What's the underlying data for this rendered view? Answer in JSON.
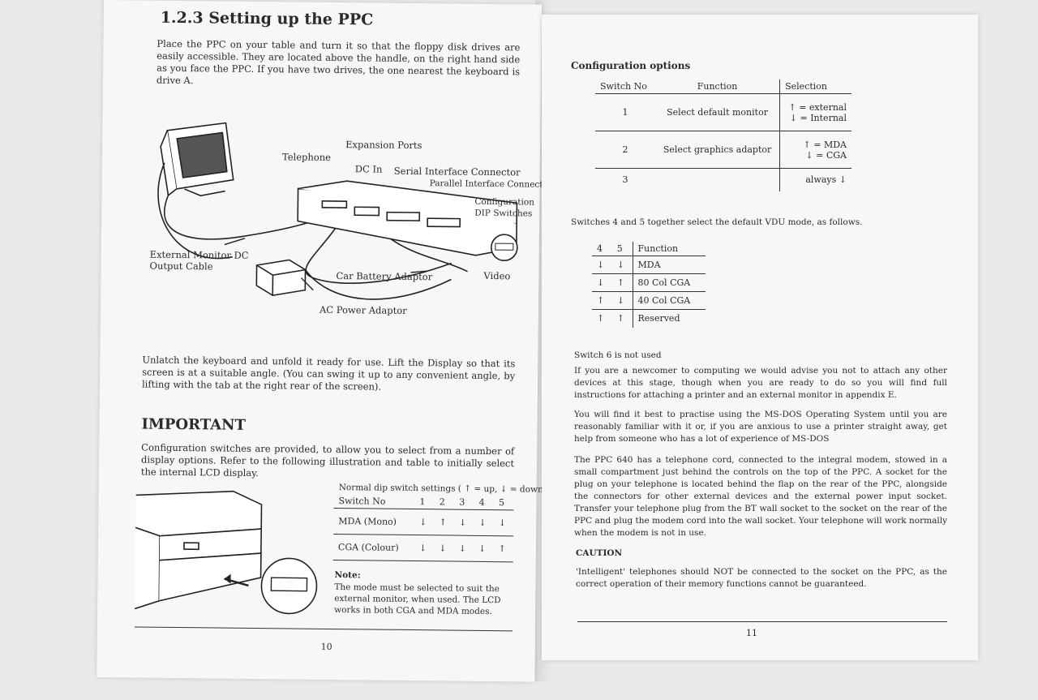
{
  "left": {
    "heading": "1.2.3 Setting up the PPC",
    "intro": "Place the PPC on your table and turn it so that the floppy disk drives are easily accessible. They are located above the handle, on the right hand side as you face the PPC. If you have two drives, the one nearest the keyboard is drive A.",
    "diagram_labels": {
      "telephone": "Telephone",
      "expansion_ports": "Expansion Ports",
      "dc_in": "DC In",
      "serial": "Serial Interface Connector",
      "parallel": "Parallel Interface Connector",
      "config": "Configuration",
      "dip": "DIP Switches",
      "ext_monitor": "External Monitor DC",
      "output_cable": "Output Cable",
      "car_battery": "Car Battery Adaptor",
      "video": "Video",
      "ac_power": "AC Power Adaptor"
    },
    "unlatch": "Unlatch the keyboard and unfold it ready for use. Lift the Display so that its screen is at a suitable angle. (You can swing it up to any convenient angle, by lifting with the tab at the right rear of the screen).",
    "important_heading": "IMPORTANT",
    "important_text": "Configuration switches are provided, to allow you to select from a number of display options. Refer to the following illustration and table to initially select the internal LCD display.",
    "dip_caption": "Normal dip switch settings ( ↑ = up, ↓ = down)",
    "dip_table": {
      "header": [
        "Switch No",
        "1",
        "2",
        "3",
        "4",
        "5"
      ],
      "rows": [
        [
          "MDA (Mono)",
          "↓",
          "↑",
          "↓",
          "↓",
          "↓"
        ],
        [
          "CGA (Colour)",
          "↓",
          "↓",
          "↓",
          "↓",
          "↑"
        ]
      ]
    },
    "note_label": "Note:",
    "note_text": "The mode must be selected to suit the external monitor, when used. The LCD works in both CGA and MDA modes.",
    "page_number": "10"
  },
  "right": {
    "config_heading": "Configuration options",
    "config_table": {
      "header": [
        "Switch No",
        "Function",
        "Selection"
      ],
      "rows": [
        {
          "no": "1",
          "func": "Select default monitor",
          "sel": [
            "↑ = external",
            "↓ = Internal"
          ]
        },
        {
          "no": "2",
          "func": "Select graphics adaptor",
          "sel": [
            "↑ = MDA",
            "↓ = CGA"
          ]
        },
        {
          "no": "3",
          "func": "",
          "sel": [
            "always ↓"
          ]
        }
      ]
    },
    "vdu_text": "Switches 4 and 5 together select the default VDU mode, as follows.",
    "vdu_table": {
      "header": [
        "4",
        "5",
        "Function"
      ],
      "rows": [
        [
          "↓",
          "↓",
          "MDA"
        ],
        [
          "↓",
          "↑",
          "80 Col CGA"
        ],
        [
          "↑",
          "↓",
          "40 Col CGA"
        ],
        [
          "↑",
          "↑",
          "Reserved"
        ]
      ]
    },
    "switch6": "Switch 6 is not used",
    "para1": "If you are a newcomer to computing we would advise you not to attach any other devices at this stage, though when you are ready to do so you will find full instructions for attaching a printer and an external monitor in appendix E.",
    "para2": "You will find it best to practise using the MS-DOS Operating System until you are reasonably familiar with it or, if you are anxious to use a printer straight away, get help from someone who has a lot of experience of MS-DOS",
    "para3": "The PPC 640 has a telephone cord, connected to the integral modem, stowed in a small compartment just behind the controls on the top of the PPC. A socket for the plug on your telephone is located behind the flap on the rear of the PPC, alongside the connectors for other external devices and the external power input socket. Transfer your telephone plug from the BT wall socket to the socket on the rear of the PPC and plug the modem cord into the wall socket. Your telephone will work normally when the modem is not in use.",
    "caution_heading": "CAUTION",
    "caution_text": "'Intelligent' telephones should NOT be connected to the socket on the PPC, as the correct operation of their memory functions cannot be guaranteed.",
    "page_number": "11"
  }
}
